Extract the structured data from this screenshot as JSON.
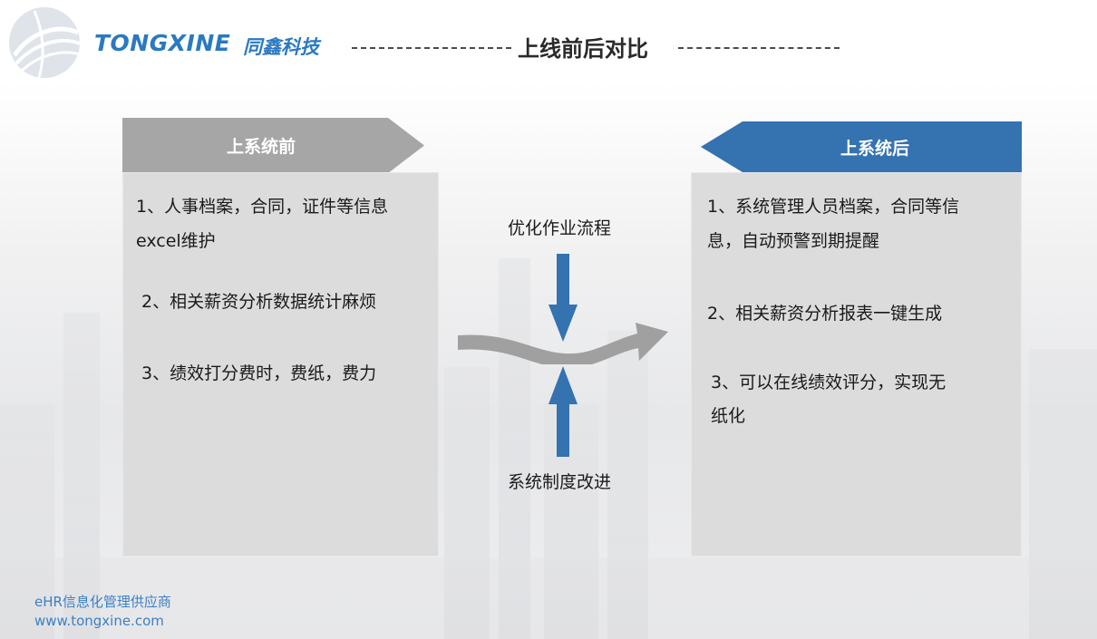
{
  "header": {
    "brand": "TONGXINE",
    "brand_cn": "同鑫科技",
    "title": "上线前后对比"
  },
  "before": {
    "banner": "上系统前",
    "items": [
      "1、人事档案，合同，证件等信息",
      "excel维护",
      "2、相关薪资分析数据统计麻烦",
      "3、绩效打分费时，费纸，费力"
    ]
  },
  "after": {
    "banner": "上系统后",
    "items": [
      "1、系统管理人员档案，合同等信",
      "息，自动预警到期提醒",
      "2、相关薪资分析报表一键生成",
      "3、可以在线绩效评分，实现无",
      "纸化"
    ]
  },
  "middle": {
    "top_label": "优化作业流程",
    "bottom_label": "系统制度改进"
  },
  "footer": {
    "line1": "eHR信息化管理供应商",
    "line2": "www.tongxine.com"
  },
  "colors": {
    "brand_blue": "#2a79c2",
    "banner_gray": "#a6a6a6",
    "banner_blue": "#3472b0",
    "panel_gray": "#dcdcdd",
    "arrow_gray": "#a0a0a0",
    "arrow_blue": "#3472b0"
  }
}
